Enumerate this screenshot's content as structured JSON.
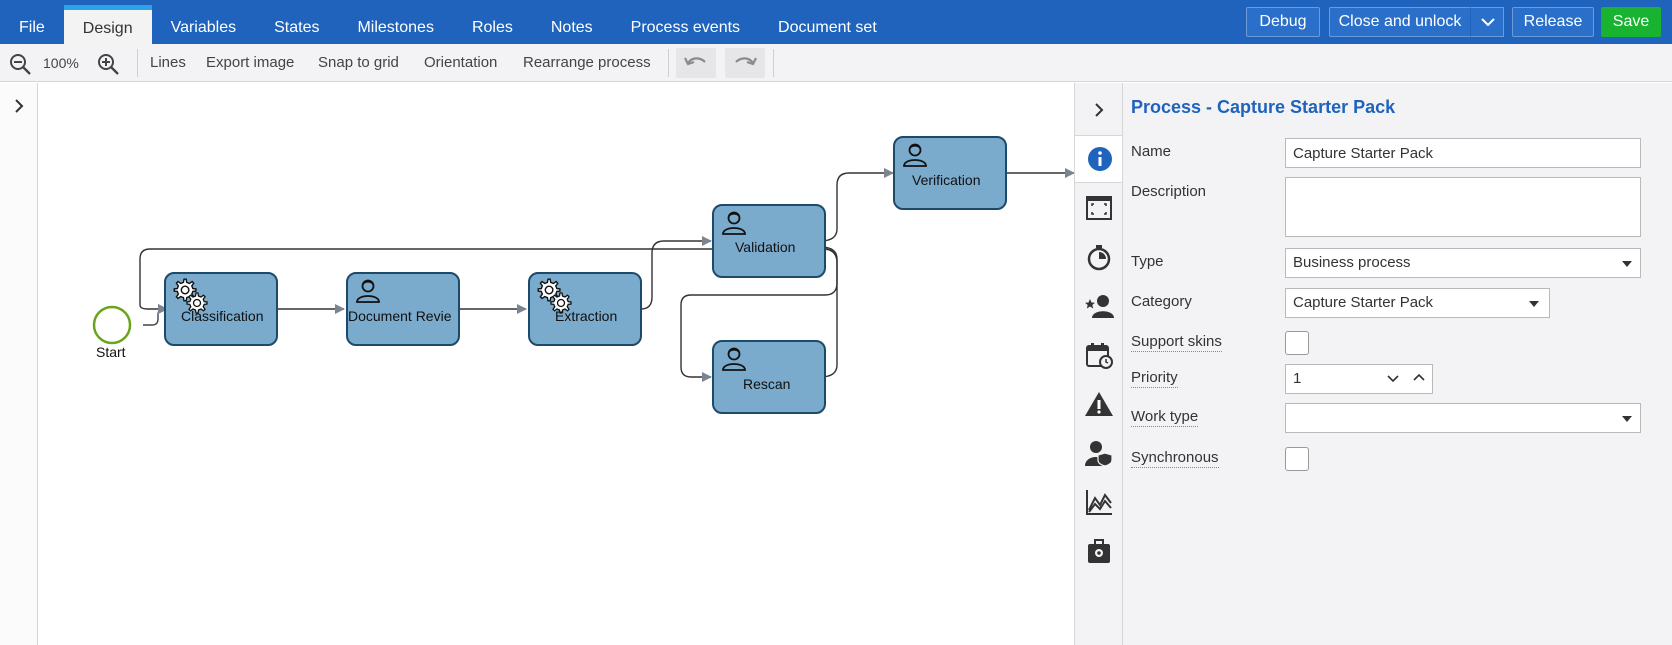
{
  "menu": {
    "tabs": [
      {
        "label": "File"
      },
      {
        "label": "Design"
      },
      {
        "label": "Variables"
      },
      {
        "label": "States"
      },
      {
        "label": "Milestones"
      },
      {
        "label": "Roles"
      },
      {
        "label": "Notes"
      },
      {
        "label": "Process events"
      },
      {
        "label": "Document set"
      }
    ],
    "active_tab": "Design",
    "buttons": {
      "debug": "Debug",
      "close_unlock": "Close and unlock",
      "release": "Release",
      "save": "Save"
    }
  },
  "toolbar": {
    "zoom": "100%",
    "lines": "Lines",
    "export_image": "Export image",
    "snap_to_grid": "Snap to grid",
    "orientation": "Orientation",
    "rearrange": "Rearrange process"
  },
  "diagram": {
    "start_label": "Start",
    "nodes": {
      "classification": {
        "label": "Classification",
        "kind": "gear-icon"
      },
      "document_review": {
        "label": "Document Revie",
        "kind": "user-icon"
      },
      "extraction": {
        "label": "Extraction",
        "kind": "gear-icon"
      },
      "validation": {
        "label": "Validation",
        "kind": "user-icon"
      },
      "verification": {
        "label": "Verification",
        "kind": "user-icon"
      },
      "rescan": {
        "label": "Rescan",
        "kind": "user-icon"
      }
    }
  },
  "properties": {
    "title": "Process  - Capture Starter Pack",
    "name_label": "Name",
    "name_value": "Capture Starter Pack",
    "description_label": "Description",
    "description_value": "",
    "type_label": "Type",
    "type_value": "Business process",
    "category_label": "Category",
    "category_value": "Capture Starter Pack",
    "support_skins_label": "Support skins",
    "priority_label": "Priority",
    "priority_value": "1",
    "work_type_label": "Work type",
    "work_type_value": "",
    "synchronous_label": "Synchronous"
  },
  "colors": {
    "header_blue": "#1f63bc",
    "save_green": "#18b431",
    "node_fill": "#7aaacc",
    "node_stroke": "#1e4a6a",
    "start_green": "#6aa31c",
    "accent_tab": "#2aa3e8"
  },
  "rail_icons": [
    "info-icon",
    "fit-screen-icon",
    "timer-icon",
    "role-star-icon",
    "calendar-clock-icon",
    "warning-icon",
    "user-shield-icon",
    "chart-icon",
    "briefcase-gear-icon"
  ]
}
